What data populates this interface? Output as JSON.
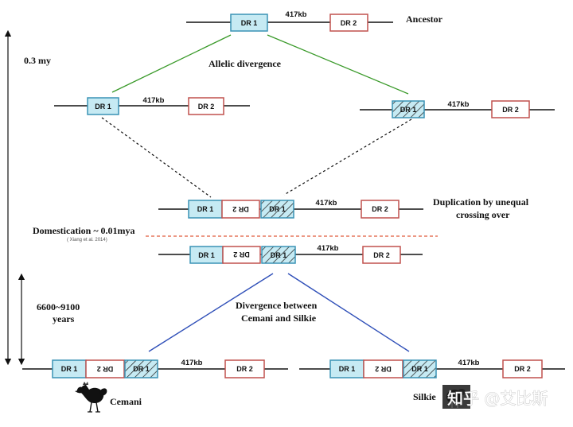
{
  "labels": {
    "ancestor": "Ancestor",
    "allelic_divergence": "Allelic divergence",
    "duplication_line1": "Duplication by unequal",
    "duplication_line2": "crossing over",
    "domestication": "Domestication ~ 0.01mya",
    "citation": "( Xiang et al. 2014)",
    "time_top": "0.3 my",
    "time_bottom_line1": "6600~9100",
    "time_bottom_line2": "years",
    "divergence_line1": "Divergence between",
    "divergence_line2": "Cemani and Silkie",
    "cemani": "Cemani",
    "silkie": "Silkie",
    "watermark": "知乎 @艾比斯"
  },
  "segments": {
    "dr1": "DR 1",
    "dr2": "DR 2",
    "dr2_inverted": "DR 2",
    "distance": "417kb"
  },
  "colors": {
    "dr1_fill": "#c6eaf3",
    "dr1_stroke": "#3a93b5",
    "dr2_stroke": "#c0504d",
    "allelic_line": "#3a9a2a",
    "divergence_line": "#2f4fb8",
    "domestication_line": "#e05a3a"
  }
}
